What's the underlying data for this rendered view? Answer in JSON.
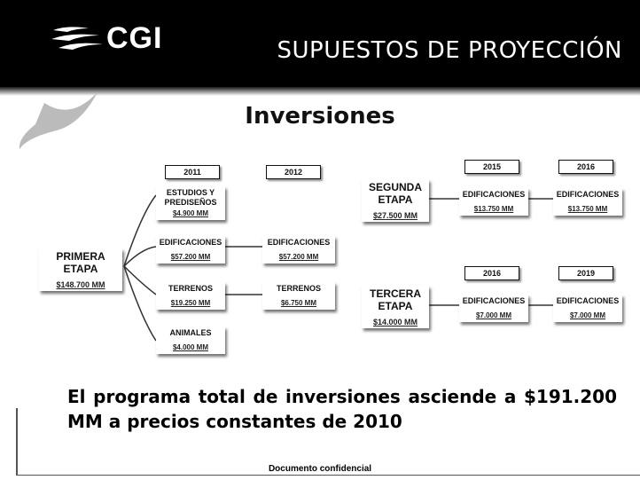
{
  "header": {
    "logo_text": "CGI",
    "title": "SUPUESTOS DE PROYECCIÓN"
  },
  "subtitle": "Inversiones",
  "years": {
    "y2011": "2011",
    "y2012": "2012",
    "y2015": "2015",
    "y2016a": "2016",
    "y2016b": "2016",
    "y2019": "2019"
  },
  "primera": {
    "label_line1": "PRIMERA",
    "label_line2": "ETAPA",
    "amount": "$148.700 MM",
    "items": [
      {
        "label": "ESTUDIOS Y PREDISEÑOS",
        "amount": "$4.900 MM"
      },
      {
        "label": "EDIFICACIONES",
        "amount": "$57.200 MM"
      },
      {
        "label": "TERRENOS",
        "amount": "$19.250 MM"
      },
      {
        "label": "ANIMALES",
        "amount": "$4.000 MM"
      }
    ],
    "items_2012": [
      {
        "label": "EDIFICACIONES",
        "amount": "$57.200 MM"
      },
      {
        "label": "TERRENOS",
        "amount": "$6.750 MM"
      }
    ]
  },
  "segunda": {
    "label_line1": "SEGUNDA",
    "label_line2": "ETAPA",
    "amount": "$27.500 MM",
    "items": [
      {
        "label": "EDIFICACIONES",
        "amount": "$13.750 MM"
      },
      {
        "label": "EDIFICACIONES",
        "amount": "$13.750 MM"
      }
    ]
  },
  "tercera": {
    "label_line1": "TERCERA",
    "label_line2": "ETAPA",
    "amount": "$14.000 MM",
    "items": [
      {
        "label": "EDIFICACIONES",
        "amount": "$7.000 MM"
      },
      {
        "label": "EDIFICACIONES",
        "amount": "$7.000 MM"
      }
    ]
  },
  "total_text": "El programa total de inversiones asciende a $191.200 MM a precios constantes de 2010",
  "footer": "Documento confidencial"
}
